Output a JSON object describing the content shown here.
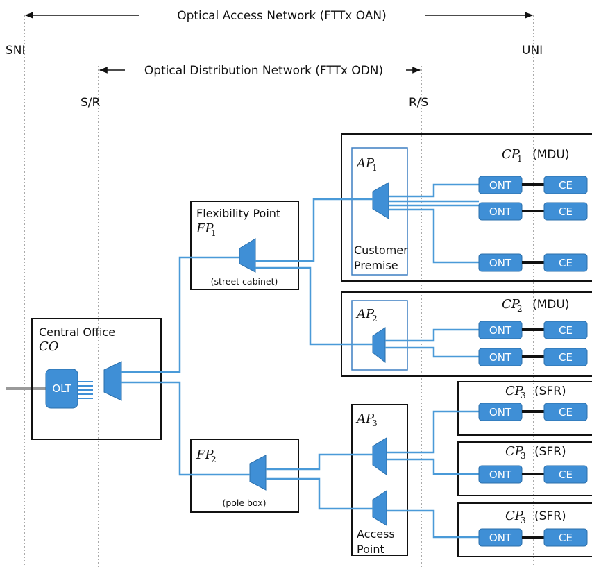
{
  "oan_label": "Optical Access Network (FTTx OAN)",
  "odn_label": "Optical Distribution Network (FTTx ODN)",
  "interfaces": {
    "sni": "SNI",
    "uni": "UNI",
    "s_r": "S/R",
    "r_s": "R/S"
  },
  "central_office": {
    "title": "Central Office",
    "abbr": "CO",
    "olt": "OLT"
  },
  "fp1": {
    "title": "Flexibility Point",
    "abbr": "FP",
    "sub": "1",
    "note": "(street cabinet)"
  },
  "fp2": {
    "abbr": "FP",
    "sub": "2",
    "note": "(pole box)"
  },
  "ap1": {
    "abbr": "AP",
    "sub": "1",
    "line1": "Customer",
    "line2": "Premise"
  },
  "ap2": {
    "abbr": "AP",
    "sub": "2"
  },
  "ap3": {
    "abbr": "AP",
    "sub": "3",
    "line1": "Access",
    "line2": "Point"
  },
  "cp1": {
    "abbr": "CP",
    "sub": "1",
    "type": "(MDU)"
  },
  "cp2": {
    "abbr": "CP",
    "sub": "2",
    "type": "(MDU)"
  },
  "cp3a": {
    "abbr": "CP",
    "sub": "3",
    "type": "(SFR)"
  },
  "cp3b": {
    "abbr": "CP",
    "sub": "3",
    "type": "(SFR)"
  },
  "cp3c": {
    "abbr": "CP",
    "sub": "3",
    "type": "(SFR)"
  },
  "devices": {
    "ont": "ONT",
    "ce": "CE"
  },
  "colors": {
    "fiber": "#4a9ad8",
    "device": "#3f8fd6",
    "ap_box": "#3d7fc2"
  }
}
